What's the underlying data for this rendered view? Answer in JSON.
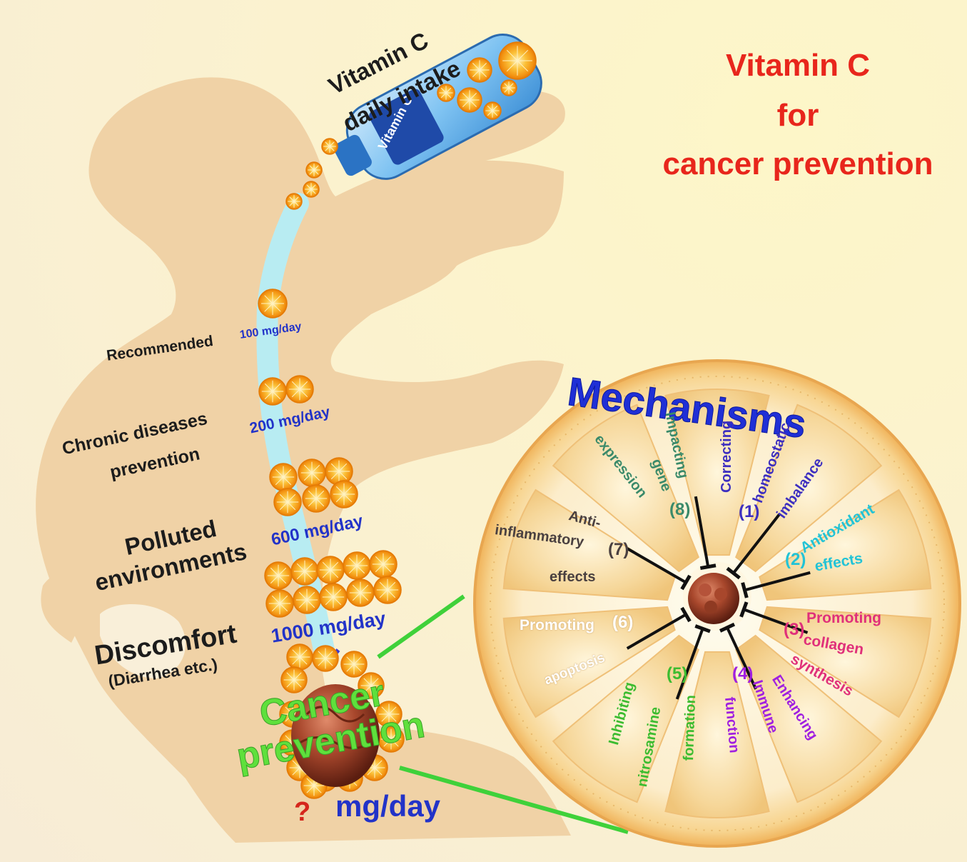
{
  "title": {
    "line1": "Vitamin C",
    "line2": "for",
    "line3": "cancer prevention"
  },
  "intake": {
    "line1": "Vitamin C",
    "line2": "daily intake",
    "bottle_label": "Vitamin C"
  },
  "levels": [
    {
      "label": "Recommended",
      "dose": "100 mg/day"
    },
    {
      "label1": "Chronic diseases",
      "label2": "prevention",
      "dose": "200 mg/day"
    },
    {
      "label1": "Polluted",
      "label2": "environments",
      "dose": "600 mg/day"
    },
    {
      "label1": "Discomfort",
      "label2": "(Diarrhea etc.)",
      "dose": "1000 mg/day"
    }
  ],
  "cancer": {
    "line1": "Cancer",
    "line2": "prevention",
    "unknown": "?",
    "dose": "mg/day"
  },
  "mechanisms": {
    "heading": "Mechanisms",
    "items": [
      {
        "num": "1",
        "text1": "Correcting",
        "text2": "homeostatic",
        "text3": "imbalance",
        "color": "#3d2fc0"
      },
      {
        "num": "2",
        "text1": "Antioxidant",
        "text2": "effects",
        "color": "#22c3d6"
      },
      {
        "num": "3",
        "text1": "Promoting",
        "text2": "collagen",
        "text3": "synthesis",
        "color": "#e0307a"
      },
      {
        "num": "4",
        "text1": "Immune",
        "text2": "function",
        "color": "#a020e0"
      },
      {
        "num": "5",
        "text1": "Inhibiting",
        "text2": "nitrosamine",
        "text3": "formation",
        "color": "#3cbc30"
      },
      {
        "num": "6",
        "text1": "Promoting",
        "text2": "apoptosis",
        "color": "#ffffff"
      },
      {
        "num": "7",
        "text1": "Anti-",
        "text2": "inflammatory",
        "text3": "effects",
        "color": "#4a4040"
      },
      {
        "num": "8",
        "text1": "Impacting",
        "text2": "gene",
        "text3": "expression",
        "color": "#3a8a6a"
      }
    ],
    "enhancing_label": "Enhancing"
  },
  "colors": {
    "title_red": "#e8261c",
    "dose_blue": "#2233c8",
    "silhouette": "#f0d2a6",
    "stream": "#b8ecf2",
    "orange": "#f7a21b",
    "connector_green": "#3fd13a",
    "mechanism_blue": "#1f2fd6"
  }
}
